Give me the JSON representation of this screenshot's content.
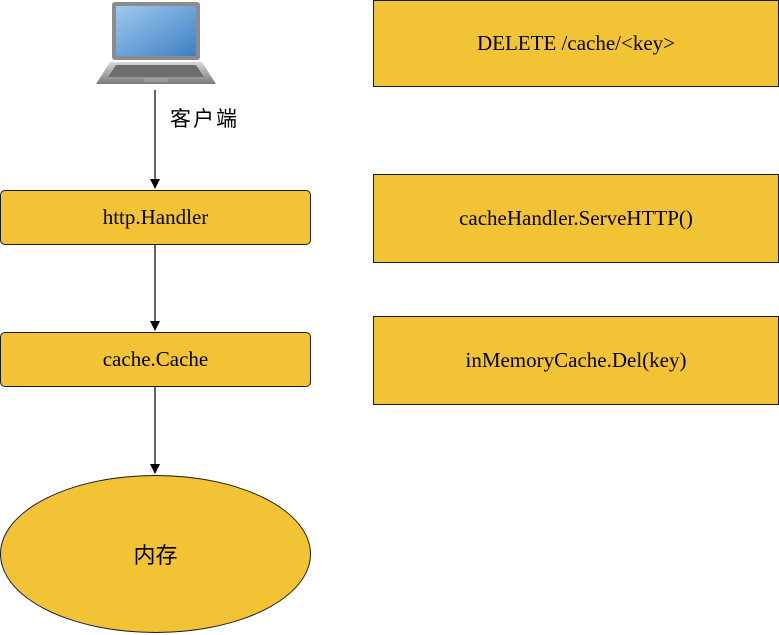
{
  "colors": {
    "fill": "#F2C335",
    "border": "#1a1a1a",
    "arrow": "#000000"
  },
  "client": {
    "icon": "laptop-icon",
    "label": "客户端"
  },
  "flow": {
    "handler": "http.Handler",
    "cache": "cache.Cache",
    "memory": "内存"
  },
  "calls": {
    "request": "DELETE /cache/<key>",
    "serve": "cacheHandler.ServeHTTP()",
    "del": "inMemoryCache.Del(key)"
  }
}
